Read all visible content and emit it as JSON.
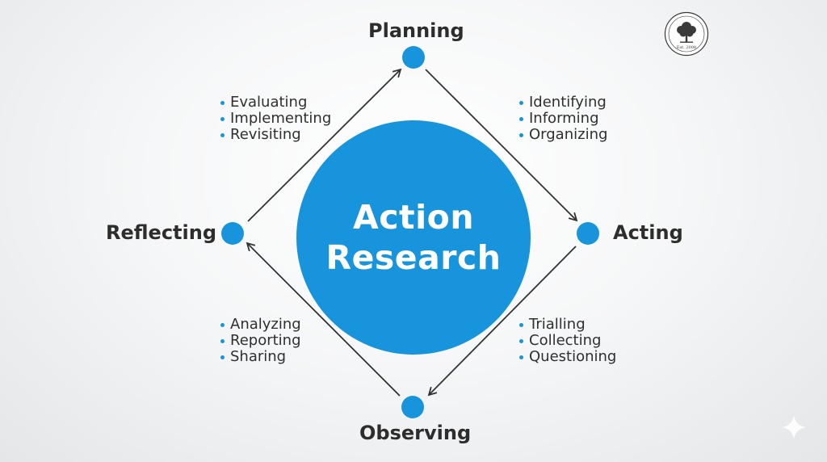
{
  "diagram": {
    "center_title_line1": "Action",
    "center_title_line2": "Research",
    "stages": {
      "planning": "Planning",
      "acting": "Acting",
      "observing": "Observing",
      "reflecting": "Reflecting"
    },
    "lists": {
      "planning_to_acting": [
        "Identifying",
        "Informing",
        "Organizing"
      ],
      "acting_to_observing": [
        "Trialling",
        "Collecting",
        "Questioning"
      ],
      "observing_to_reflecting": [
        "Analyzing",
        "Reporting",
        "Sharing"
      ],
      "reflecting_to_planning": [
        "Evaluating",
        "Implementing",
        "Revisiting"
      ]
    },
    "seal_text": "Est. 2008",
    "colors": {
      "accent": "#1794dc",
      "text": "#2d2d2d",
      "arrow": "#333333"
    }
  }
}
